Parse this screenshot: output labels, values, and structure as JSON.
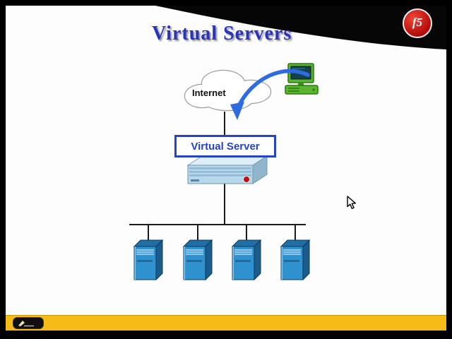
{
  "slide": {
    "title": "Virtual Servers"
  },
  "brand": {
    "logo_text": "f5"
  },
  "diagram": {
    "internet_label": "Internet",
    "virtual_server_label": "Virtual Server",
    "server_count": 4
  },
  "colors": {
    "accent_yellow": "#f6bb17",
    "title_blue": "#2a35b5",
    "box_border_blue": "#2543c6",
    "logo_red": "#b30b0b",
    "server_blue": "#2f92cf",
    "arrow_blue": "#2f6be0",
    "client_green": "#5ab42e"
  }
}
